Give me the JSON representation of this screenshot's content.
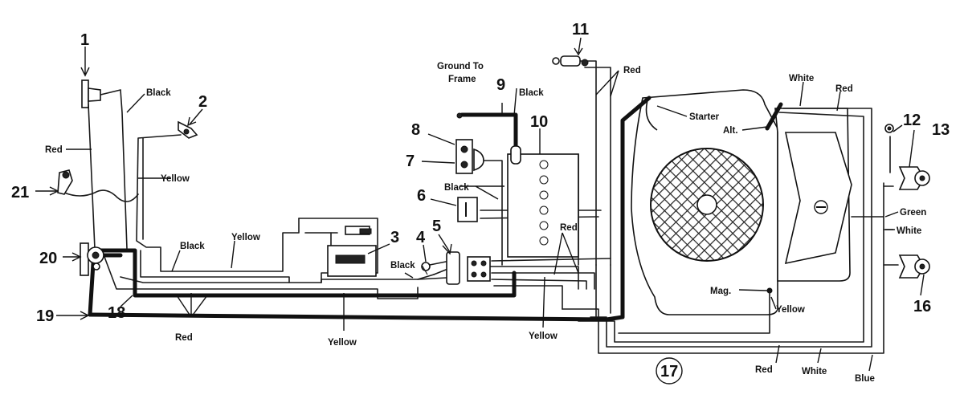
{
  "callouts": {
    "n1": "1",
    "n2": "2",
    "n3": "3",
    "n4": "4",
    "n5": "5",
    "n6": "6",
    "n7": "7",
    "n8": "8",
    "n9": "9",
    "n10": "10",
    "n11": "11",
    "n12": "12",
    "n13": "13",
    "n16": "16",
    "n17": "17",
    "n18": "18",
    "n19": "19",
    "n20": "20",
    "n21": "21"
  },
  "labels": {
    "ground_line1": "Ground To",
    "ground_line2": "Frame",
    "starter": "Starter",
    "alt": "Alt.",
    "mag": "Mag."
  },
  "wires": {
    "black_top_left": "Black",
    "red_left": "Red",
    "yellow_left": "Yellow",
    "black_mid_left": "Black",
    "yellow_mid": "Yellow",
    "red_bottom_left": "Red",
    "yellow_bottom": "Yellow",
    "black_ground": "Black",
    "black_switch": "Black",
    "black_center": "Black",
    "red_center": "Red",
    "yellow_center": "Yellow",
    "red_top": "Red",
    "white_top": "White",
    "red_top_right": "Red",
    "green_right": "Green",
    "white_right": "White",
    "yellow_engine": "Yellow",
    "red_bottom_right": "Red",
    "white_bottom_right": "White",
    "blue_bottom_right": "Blue"
  }
}
